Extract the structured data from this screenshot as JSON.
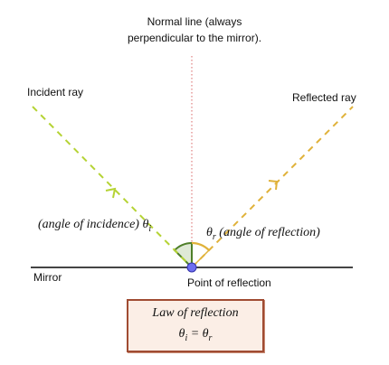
{
  "labels": {
    "normal_line_1": "Normal line (always",
    "normal_line_2": "perpendicular to the mirror).",
    "incident_ray": "Incident ray",
    "reflected_ray": "Reflected ray",
    "mirror": "Mirror",
    "point_of_reflection": "Point of reflection",
    "angle_incidence_text": "(angle of incidence) θ",
    "angle_incidence_sub": "i",
    "angle_reflection_symbol": "θ",
    "angle_reflection_sub": "r",
    "angle_reflection_text": " (angle of reflection)"
  },
  "law": {
    "title": "Law of reflection",
    "eq_left": "θ",
    "eq_left_sub": "i",
    "eq_mid": " = θ",
    "eq_right_sub": "r"
  },
  "colors": {
    "incident_ray": "#b5d334",
    "reflected_ray": "#e0b23a",
    "normal_line": "#e08080",
    "mirror": "#444444",
    "point": "#6e6ef0",
    "angle_i_fill": "#dfe9d6",
    "angle_i_stroke": "#4f7f2a",
    "angle_r_stroke": "#e0b23a",
    "box_border": "#a04b32",
    "box_fill": "#fbeee6"
  }
}
